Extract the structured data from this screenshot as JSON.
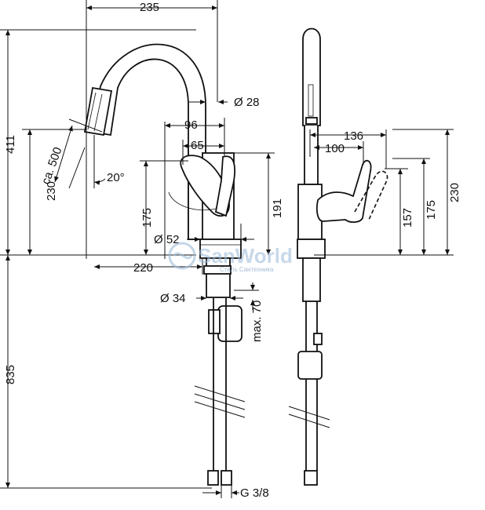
{
  "dimensions": {
    "overall_reach": "235",
    "spout_diameter": "Ø 28",
    "lever_offset": "96",
    "lever_offset_inner": "65",
    "total_height": "411",
    "spray_extension": "ca. 500",
    "spout_height": "230",
    "spray_angle": "20°",
    "lever_height": "175",
    "lever_top": "191",
    "base_diameter": "Ø 52",
    "spout_reach": "220",
    "shank_diameter": "Ø 34",
    "max_thickness": "max. 70",
    "hose_length": "835",
    "connection": "G 3/8",
    "side_lever_reach": "136",
    "side_lever_inner": "100",
    "side_lever_height": "157",
    "side_height_175": "175",
    "side_spout_height": "230"
  },
  "watermark": {
    "brand": "SanWorld",
    "tagline": "Сталь Сантехника"
  }
}
